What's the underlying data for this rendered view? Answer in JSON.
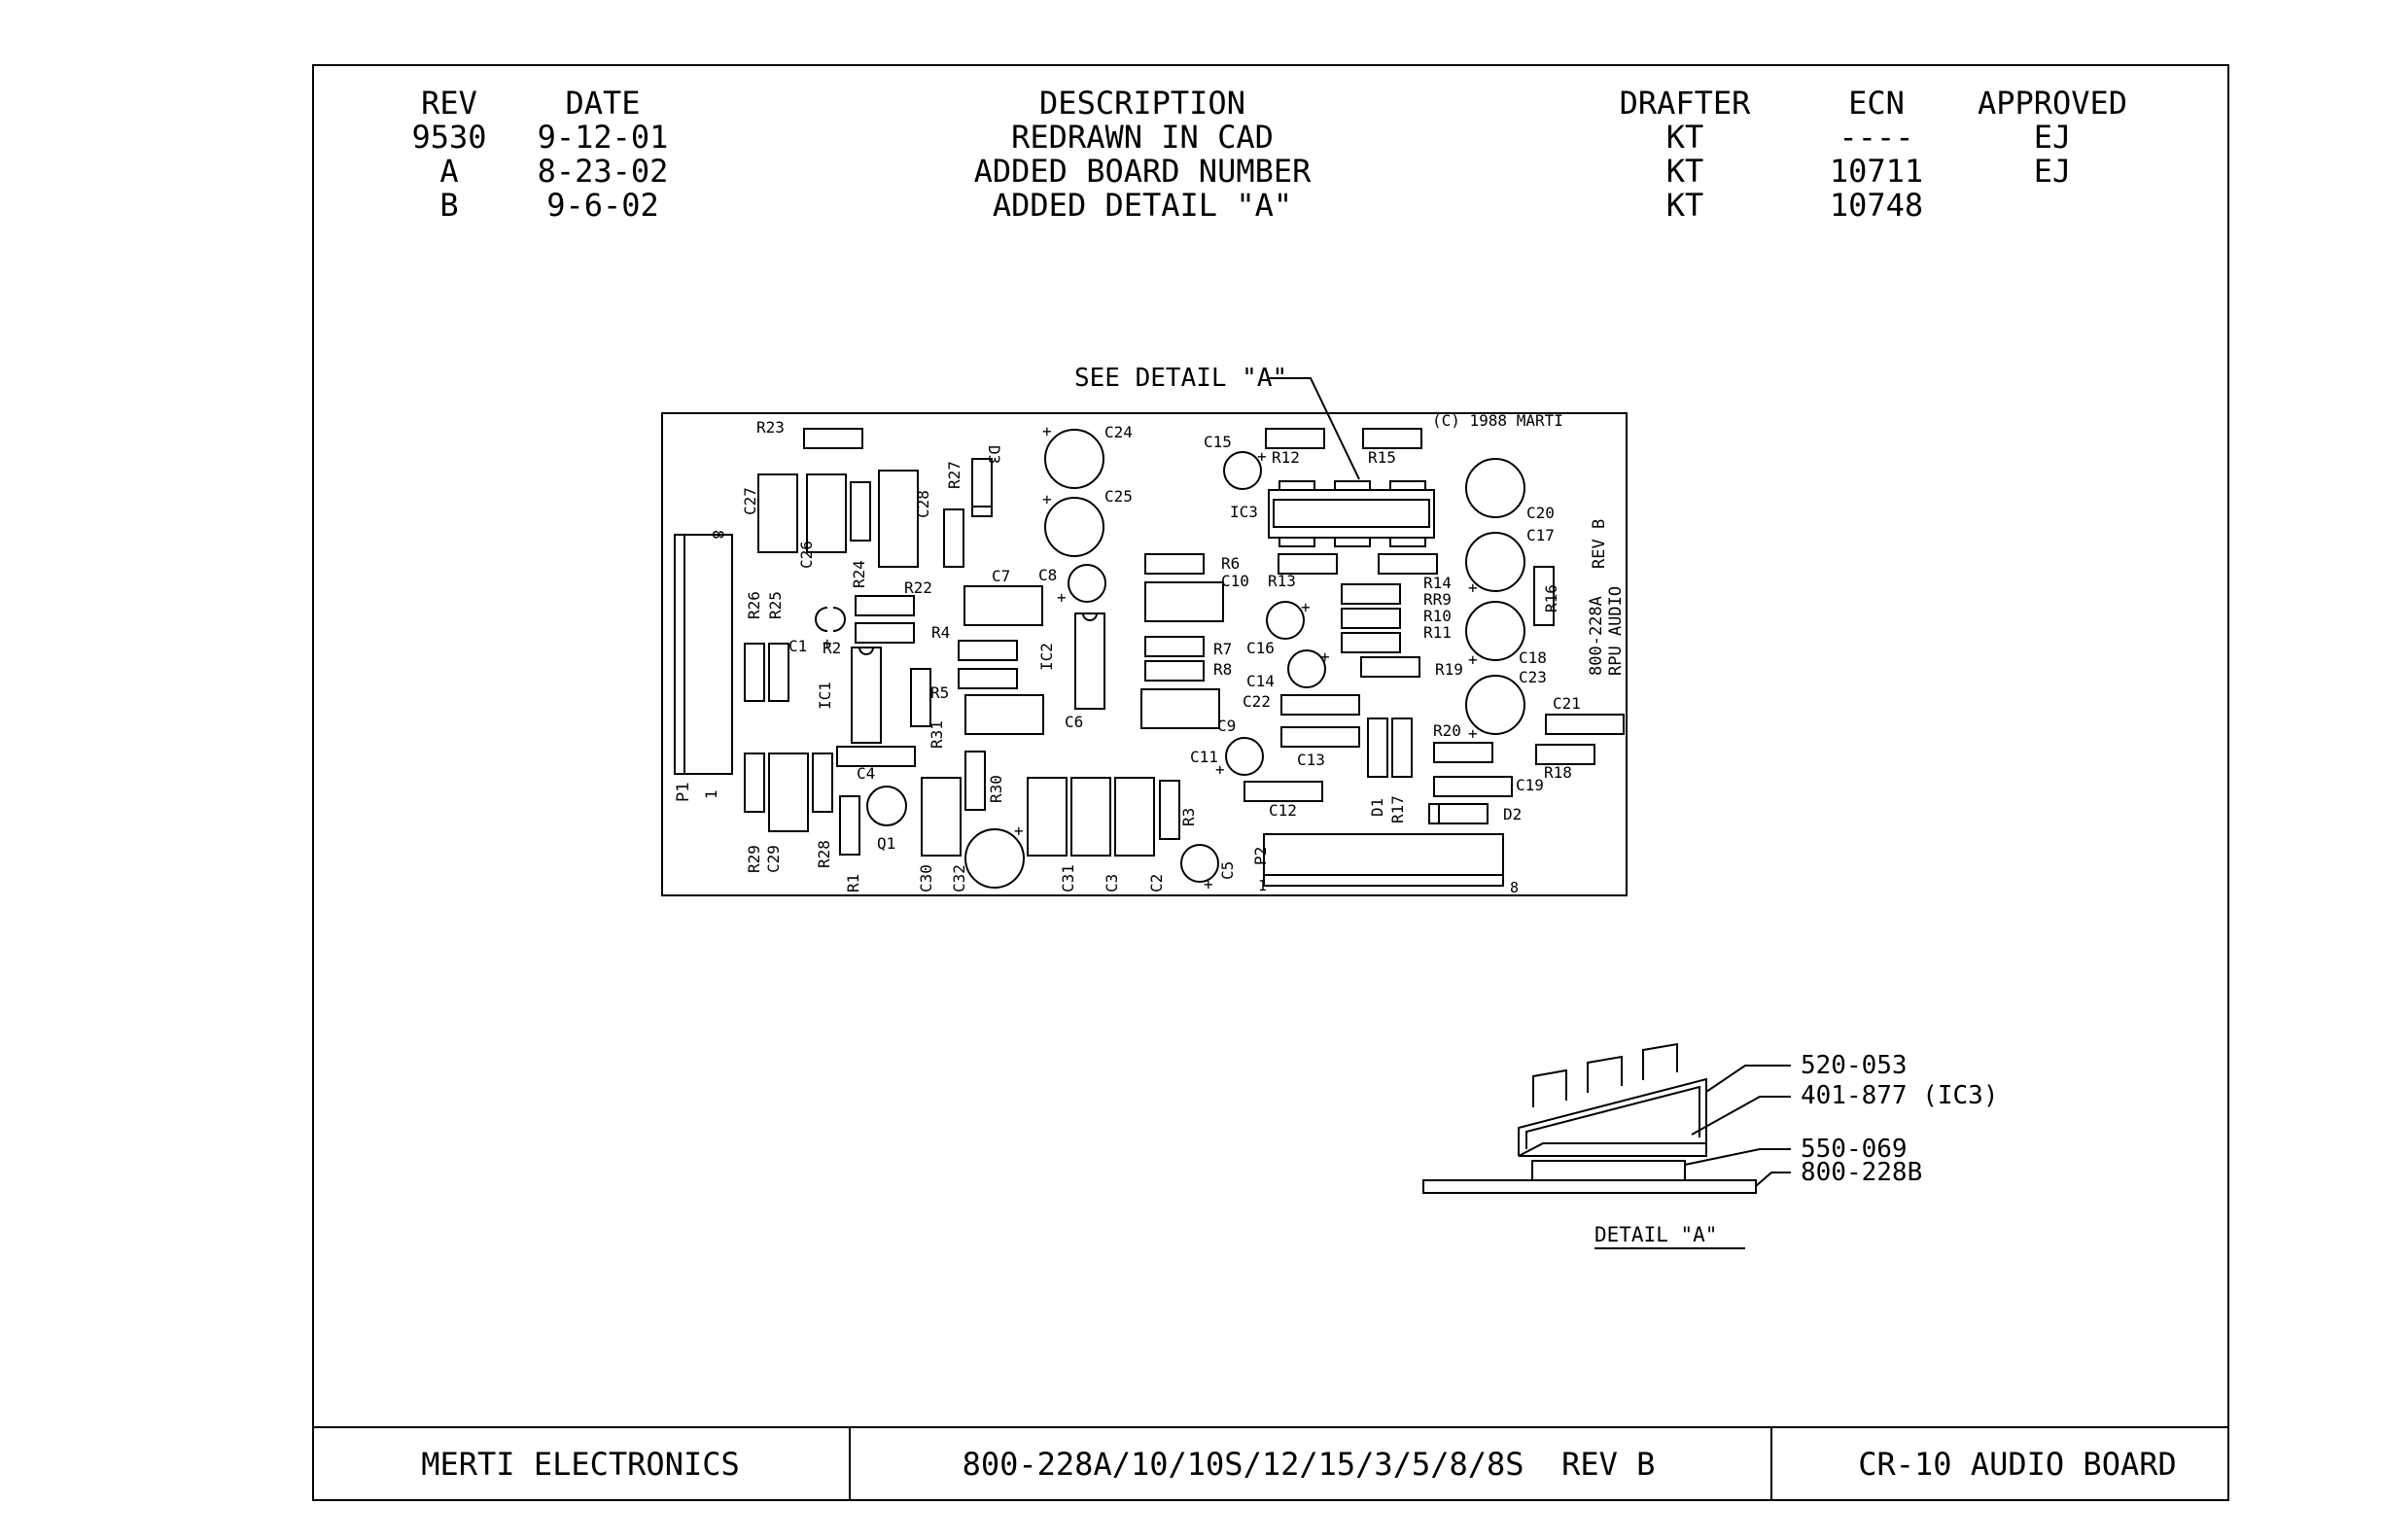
{
  "revision_table": {
    "headers": {
      "rev": "REV",
      "date": "DATE",
      "description": "DESCRIPTION",
      "drafter": "DRAFTER",
      "ecn": "ECN",
      "approved": "APPROVED"
    },
    "rows": [
      {
        "rev": "9530",
        "date": "9-12-01",
        "description": "REDRAWN IN CAD",
        "drafter": "KT",
        "ecn": "----",
        "approved": "EJ"
      },
      {
        "rev": "A",
        "date": "8-23-02",
        "description": "ADDED BOARD NUMBER",
        "drafter": "KT",
        "ecn": "10711",
        "approved": "EJ"
      },
      {
        "rev": "B",
        "date": "9-6-02",
        "description": "ADDED DETAIL \"A\"",
        "drafter": "KT",
        "ecn": "10748",
        "approved": ""
      }
    ]
  },
  "board": {
    "callout": "SEE DETAIL \"A\"",
    "copyright": "(C) 1988 MARTI",
    "rev_label": "REV B",
    "board_id_1": "800-228A",
    "board_id_2": "RPU AUDIO",
    "pin_labels": {
      "p1": "P1",
      "p1_pin1": "1",
      "p1_pin8": "8",
      "p2": "P2",
      "p2_pin1": "1",
      "p2_pin8": "8"
    },
    "labels": {
      "R23": "R23",
      "D3": "D3",
      "C24": "C24",
      "C15": "C15",
      "R12": "R12",
      "R15": "R15",
      "C27": "C27",
      "C26": "C26",
      "R24": "R24",
      "C28": "C28",
      "R27": "R27",
      "C25": "C25",
      "IC3": "IC3",
      "C20": "C20",
      "C17": "C17",
      "R26": "R26",
      "R25": "R25",
      "R22": "R22",
      "C7": "C7",
      "C8": "C8",
      "R6": "R6",
      "C10": "C10",
      "R13": "R13",
      "R14": "R14",
      "RR9": "RR9",
      "R10": "R10",
      "R11": "R11",
      "R16": "R16",
      "C1": "C1",
      "R2": "R2",
      "R4": "R4",
      "IC2": "IC2",
      "R7": "R7",
      "R8": "R8",
      "C16": "C16",
      "C14": "C14",
      "R19": "R19",
      "C18": "C18",
      "C23": "C23",
      "IC1": "IC1",
      "R5": "R5",
      "C22": "C22",
      "C21": "C21",
      "C6": "C6",
      "C9": "C9",
      "R20": "R20",
      "R18": "R18",
      "C4": "C4",
      "R31": "R31",
      "C11": "C11",
      "C13": "C13",
      "R30": "R30",
      "C19": "C19",
      "D1": "D1",
      "R17": "R17",
      "D2": "D2",
      "Q1": "Q1",
      "R3": "R3",
      "C12": "C12",
      "C5": "C5",
      "R29": "R29",
      "C29": "C29",
      "R28": "R28",
      "R1": "R1",
      "C30": "C30",
      "C32": "C32",
      "C31": "C31",
      "C3": "C3",
      "C2": "C2"
    }
  },
  "detail": {
    "title": "DETAIL \"A\"",
    "callouts": [
      "520-053",
      "401-877 (IC3)",
      "550-069",
      "800-228B"
    ]
  },
  "title_block": {
    "company": "MERTI ELECTRONICS",
    "part_number": "800-228A/10/10S/12/15/3/5/8/8S  REV B",
    "title": "CR-10 AUDIO BOARD"
  }
}
